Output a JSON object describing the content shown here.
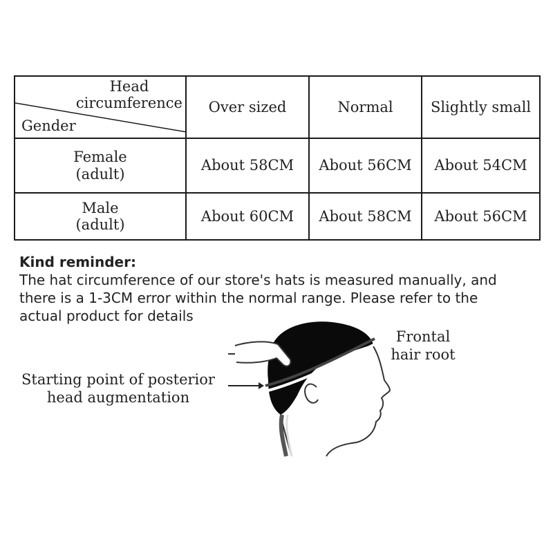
{
  "table": {
    "corner": {
      "top_line1": "Head",
      "top_line2": "circumference",
      "bottom": "Gender"
    },
    "columns": [
      "Over sized",
      "Normal",
      "Slightly small"
    ],
    "rows": [
      {
        "gender_line1": "Female",
        "gender_line2": "(adult)",
        "values": [
          "About 58CM",
          "About 56CM",
          "About 54CM"
        ]
      },
      {
        "gender_line1": "Male",
        "gender_line2": "(adult)",
        "values": [
          "About 60CM",
          "About 58CM",
          "About 56CM"
        ]
      }
    ]
  },
  "reminder": {
    "title": "Kind reminder:",
    "line1": "The hat circumference of our store's hats is measured manually, and",
    "line2": "there is a 1-3CM error within the normal range. Please refer to the",
    "line3": "actual product for details"
  },
  "illustration": {
    "left_label_line1": "Starting point of posterior",
    "left_label_line2": "head augmentation",
    "right_label_line1": "Frontal",
    "right_label_line2": "hair root",
    "icon": "head-measurement-illustration"
  }
}
